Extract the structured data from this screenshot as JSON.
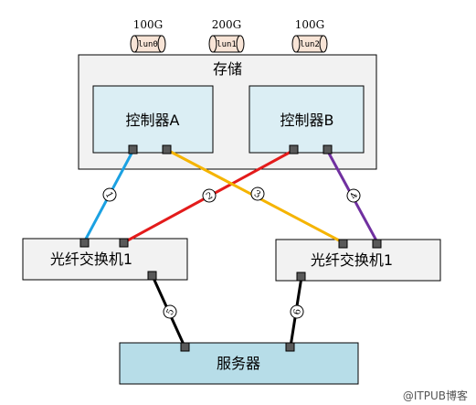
{
  "luns": [
    {
      "size": "100G",
      "name": "lun0"
    },
    {
      "size": "200G",
      "name": "lun1"
    },
    {
      "size": "100G",
      "name": "lun2"
    }
  ],
  "storage": {
    "title": "存储",
    "controllers": [
      {
        "label": "控制器A"
      },
      {
        "label": "控制器B"
      }
    ]
  },
  "switches": [
    {
      "label": "光纤交换机1"
    },
    {
      "label": "光纤交换机1"
    }
  ],
  "server": {
    "label": "服务器"
  },
  "links": [
    {
      "number": "1",
      "color": "#1ba1e2"
    },
    {
      "number": "2",
      "color": "#e31b1b"
    },
    {
      "number": "3",
      "color": "#f5b400"
    },
    {
      "number": "4",
      "color": "#7030a0"
    },
    {
      "number": "5",
      "color": "#000000"
    },
    {
      "number": "6",
      "color": "#000000"
    }
  ],
  "watermark": "@ITPUB博客",
  "colors": {
    "storage_fill": "#f2f2f2",
    "controller_fill": "#dbeef4",
    "switch_fill": "#f2f2f2",
    "server_fill": "#b7dde8",
    "lun_fill": "#f8e4d6"
  }
}
